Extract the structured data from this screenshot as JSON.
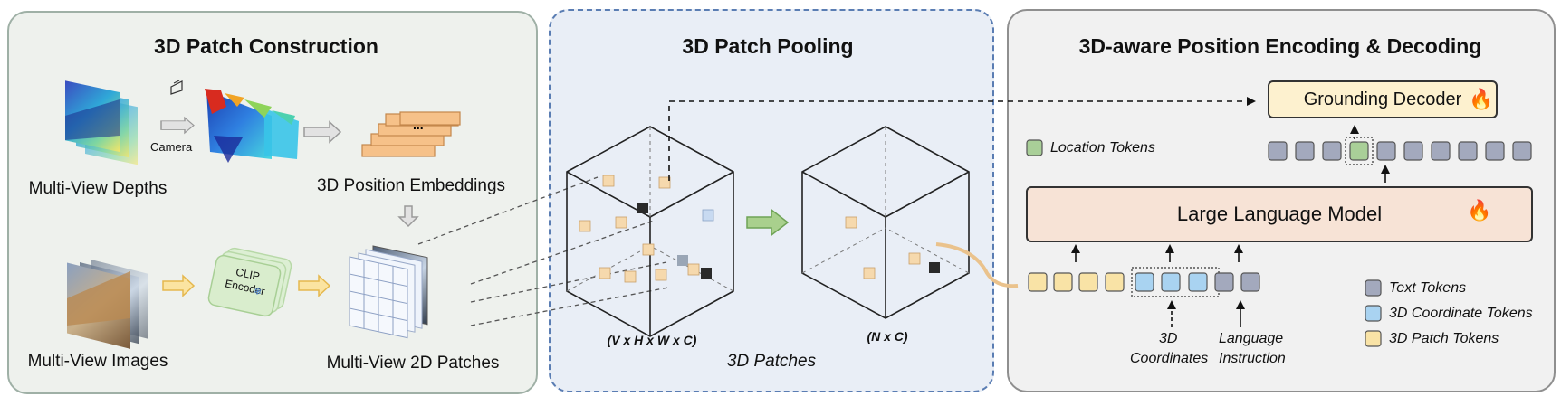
{
  "panels": {
    "construction": {
      "title": "3D Patch Construction",
      "camera_label": "Camera",
      "depths_label": "Multi-View Depths",
      "embeddings_label": "3D Position Embeddings",
      "images_label": "Multi-View Images",
      "encoder_label": "CLIP\nEncoder",
      "patches_label": "Multi-View 2D Patches"
    },
    "pooling": {
      "title": "3D Patch Pooling",
      "left_dims": "(V x H x W x C)",
      "right_dims": "(N x C)",
      "caption": "3D Patches"
    },
    "encoding": {
      "title": "3D-aware Position Encoding & Decoding",
      "decoder_label": "Grounding Decoder",
      "llm_label": "Large Language Model",
      "location_tokens": "Location Tokens",
      "coords_label_1": "3D",
      "coords_label_2": "Coordinates",
      "lang_label_1": "Language",
      "lang_label_2": "Instruction",
      "legend": [
        {
          "label": "Text Tokens",
          "color": "#a3a9bd"
        },
        {
          "label": "3D Coordinate Tokens",
          "color": "#a9d3f1"
        },
        {
          "label": "3D Patch Tokens",
          "color": "#f9e3a6"
        }
      ]
    }
  },
  "colors": {
    "location_token": "#a9cf98",
    "text_token": "#a3a9bd",
    "coord_token": "#a9d3f1",
    "patch_token": "#f9e3a6",
    "flame": "#f08a1c",
    "arrow_green": "#8fc079",
    "arrow_yellow": "#f5d67f"
  }
}
